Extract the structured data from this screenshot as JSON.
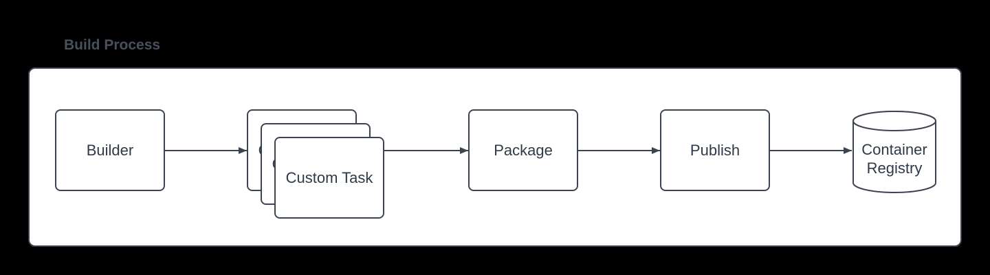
{
  "title": "Build Process",
  "colors": {
    "background": "#000000",
    "panel": "#ffffff",
    "stroke": "#3b4450",
    "text": "#2e3a47",
    "title": "#47505c"
  },
  "diagram": {
    "nodes": [
      {
        "id": "builder",
        "label": "Builder",
        "shape": "rectangle"
      },
      {
        "id": "custom-task",
        "label": "Custom Task",
        "shape": "stacked-rectangle",
        "stack_count": 3
      },
      {
        "id": "package",
        "label": "Package",
        "shape": "rectangle"
      },
      {
        "id": "publish",
        "label": "Publish",
        "shape": "rectangle"
      },
      {
        "id": "container-registry",
        "label": "Container Registry",
        "shape": "cylinder"
      }
    ],
    "edges": [
      {
        "from": "Builder",
        "to": "Custom Task",
        "direction": "right"
      },
      {
        "from": "Custom Task",
        "to": "Package",
        "direction": "right"
      },
      {
        "from": "Package",
        "to": "Publish",
        "direction": "right"
      },
      {
        "from": "Publish",
        "to": "Container Registry",
        "direction": "right"
      }
    ]
  }
}
